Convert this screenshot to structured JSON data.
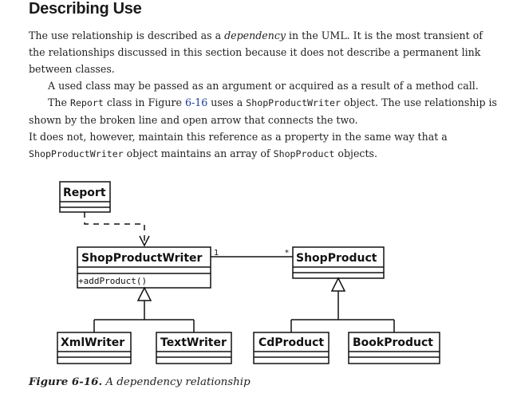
{
  "section": {
    "title": "Describing Use"
  },
  "paragraphs": {
    "p1": {
      "a": "The use relationship is described as a ",
      "b": "dependency",
      "c": " in the UML. It is the most transient of the relationships discussed in this section because it does not describe a permanent link between classes."
    },
    "p2": "A used class may be passed as an argument or acquired as a result of a method call.",
    "p3": {
      "a": "The ",
      "b": "Report",
      "c": " class in Figure ",
      "d": "6-16",
      "e": " uses a ",
      "f": "ShopProductWriter",
      "g": " object. The use relationship is shown by the broken line and open arrow that connects the two."
    },
    "p4": {
      "a": "It does not, however, maintain this reference as a property in the same way that a ",
      "b": "ShopProductWriter",
      "c": " object maintains an array of ",
      "d": "ShopProduct",
      "e": " objects."
    }
  },
  "diagram": {
    "classes": {
      "report": "Report",
      "shop_product_writer": "ShopProductWriter",
      "shop_product": "ShopProduct",
      "xml_writer": "XmlWriter",
      "text_writer": "TextWriter",
      "cd_product": "CdProduct",
      "book_product": "BookProduct"
    },
    "operations": {
      "shop_product_writer": "+addProduct()"
    },
    "multiplicity": {
      "writer_end": "1",
      "product_end": "*"
    }
  },
  "caption": {
    "number": "Figure 6-16.",
    "text": " A dependency relationship"
  }
}
